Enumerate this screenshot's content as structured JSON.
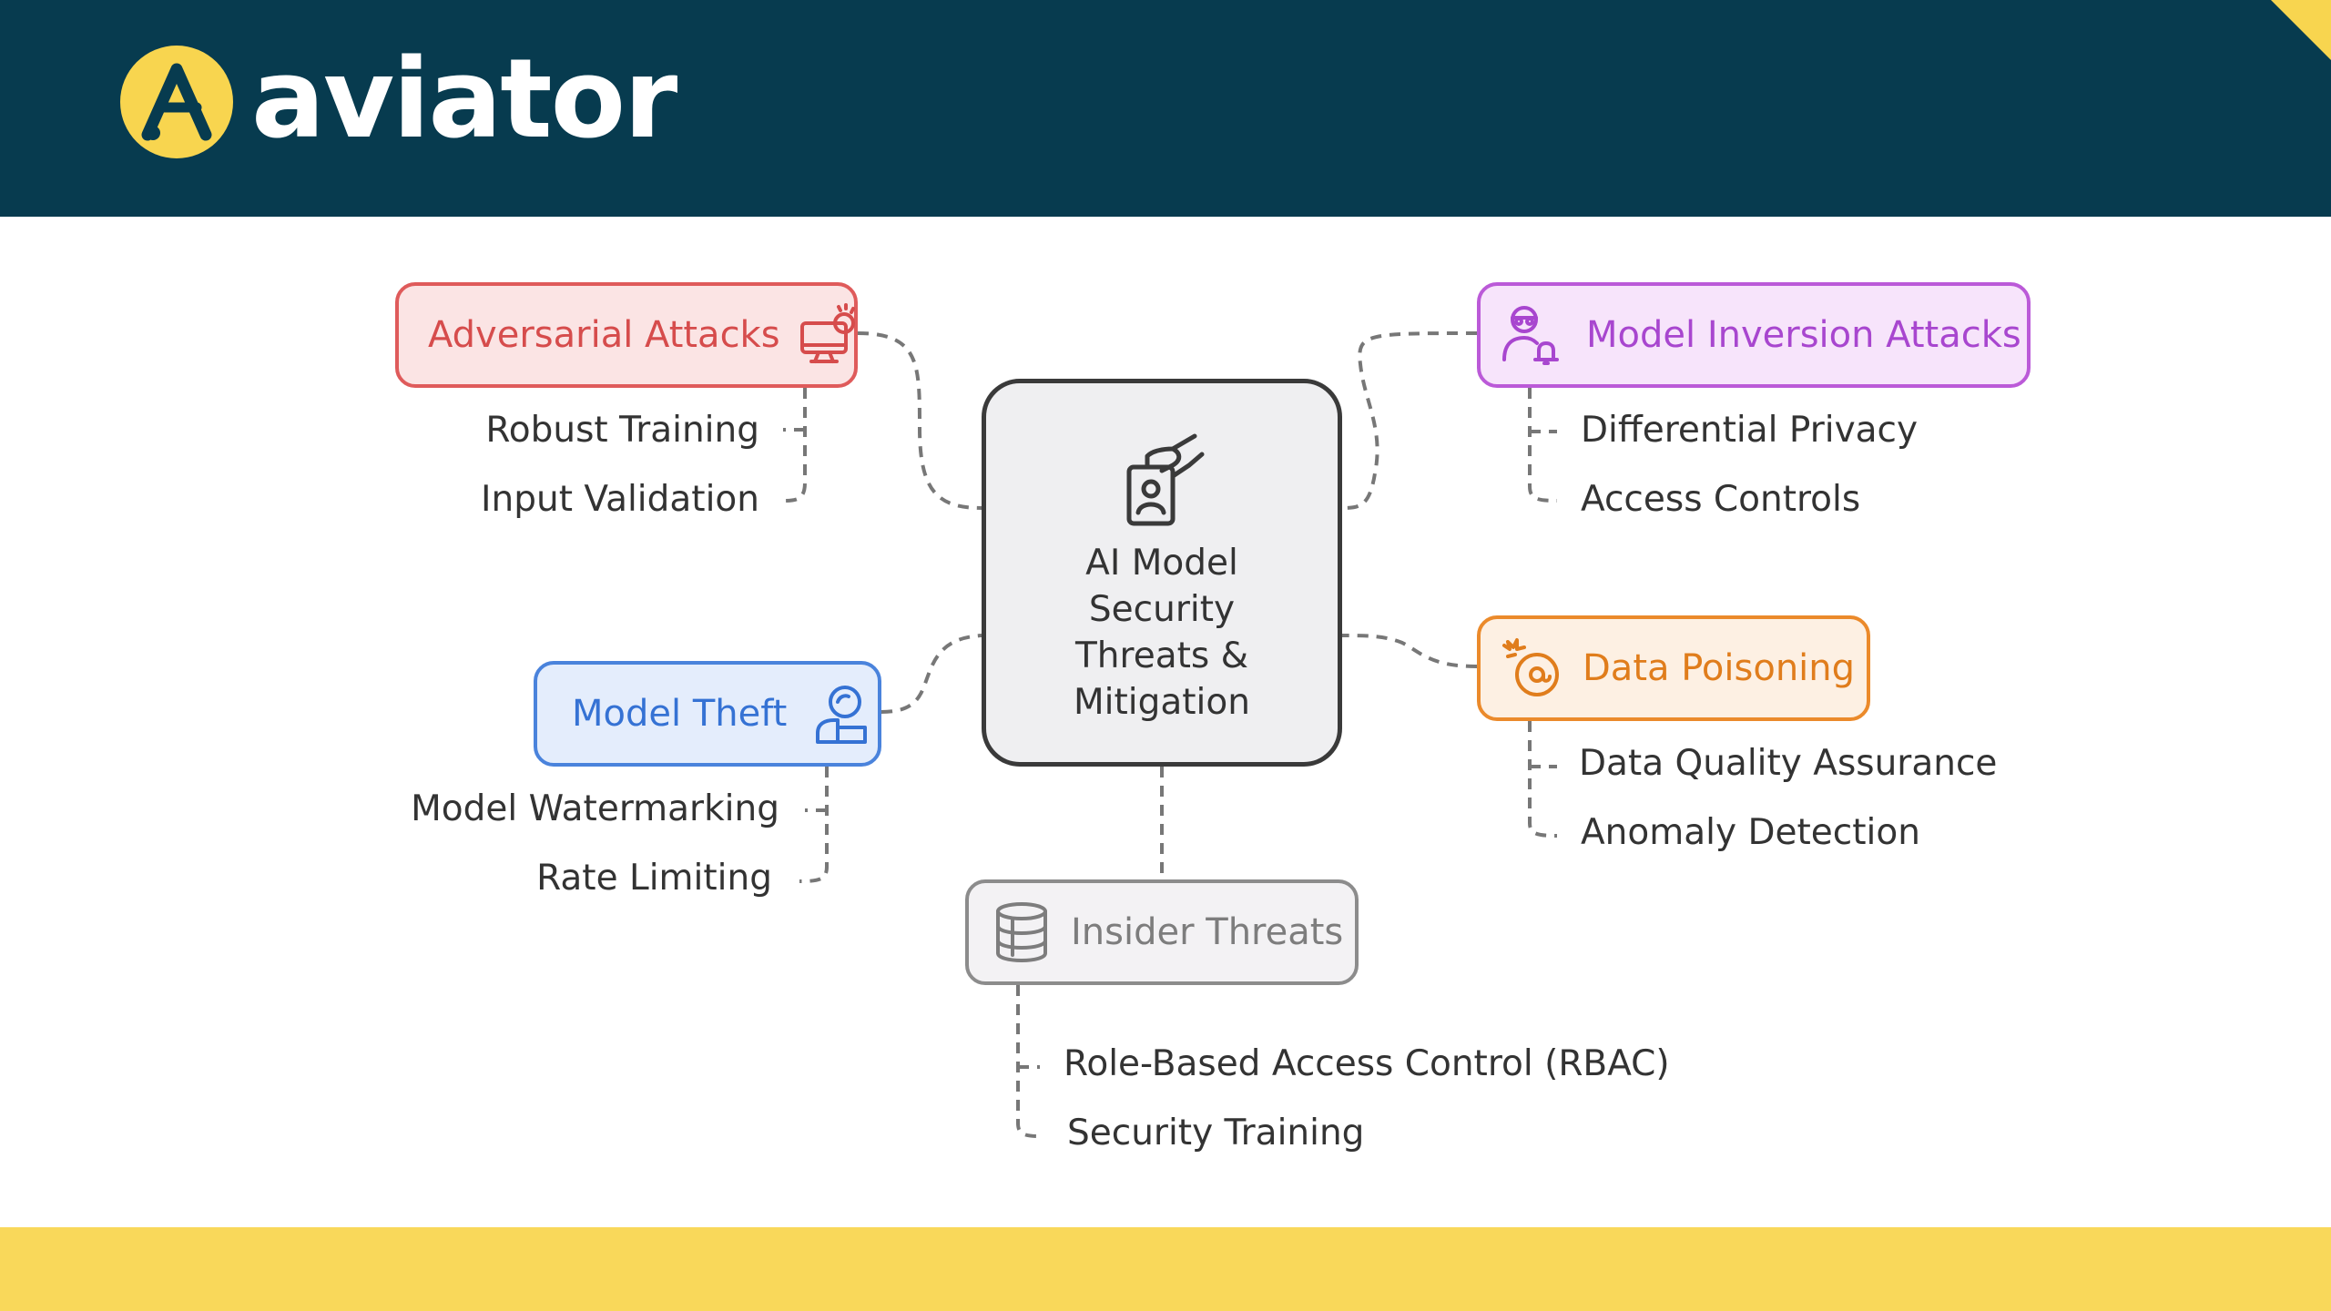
{
  "header": {
    "brand": "aviator",
    "colors": {
      "background": "#073b4f",
      "accent": "#f8d54f"
    }
  },
  "diagram": {
    "center": {
      "title": "AI Model Security Threats & Mitigation",
      "icon": "badge-hand-icon"
    },
    "threats": [
      {
        "label": "Adversarial Attacks",
        "icon": "monitor-alert-icon",
        "color": "#d64c4c",
        "mitigations": [
          "Robust Training",
          "Input Validation"
        ]
      },
      {
        "label": "Model Inversion Attacks",
        "icon": "spy-user-bell-icon",
        "color": "#a846cf",
        "mitigations": [
          "Differential Privacy",
          "Access Controls"
        ]
      },
      {
        "label": "Data Poisoning",
        "icon": "at-sign-burst-icon",
        "color": "#e07d1c",
        "mitigations": [
          "Data Quality Assurance",
          "Anomaly Detection"
        ]
      },
      {
        "label": "Model Theft",
        "icon": "user-search-icon",
        "color": "#3572d4",
        "mitigations": [
          "Model Watermarking",
          "Rate Limiting"
        ]
      },
      {
        "label": "Insider Threats",
        "icon": "database-icon",
        "color": "#7d7d7d",
        "mitigations": [
          "Role-Based Access Control (RBAC)",
          "Security Training"
        ]
      }
    ]
  },
  "footer": {
    "color": "#f9d85a"
  }
}
